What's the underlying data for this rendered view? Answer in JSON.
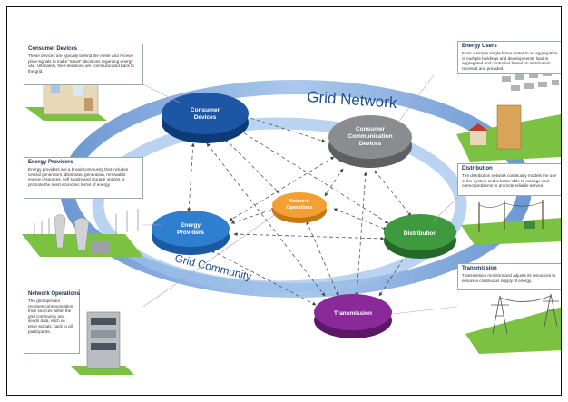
{
  "diagram": {
    "ring_labels": {
      "network": "Grid Network",
      "community": "Grid Community"
    },
    "nodes": {
      "consumer_devices": {
        "label": [
          "Consumer",
          "Devices"
        ],
        "color": "#1e56a6"
      },
      "consumer_comm": {
        "label": [
          "Consumer",
          "Communication",
          "Devices"
        ],
        "color": "#8a8c8f"
      },
      "network_ops": {
        "label": [
          "Network",
          "Operations"
        ],
        "color": "#f2a033"
      },
      "energy_providers": {
        "label": [
          "Energy",
          "Providers"
        ],
        "color": "#2f7fd0"
      },
      "distribution": {
        "label": [
          "Distribution"
        ],
        "color": "#3f9a3f"
      },
      "transmission": {
        "label": [
          "Transmission"
        ],
        "color": "#8a2a9a"
      }
    },
    "panels": {
      "consumer_devices": {
        "title": "Consumer Devices",
        "text": "These devices are typically behind the meter and receive price signals to make \"smart\" decisions regarding energy use. Ultimately, their decisions are communicated back to the grid."
      },
      "energy_providers": {
        "title": "Energy Providers",
        "text": "Energy providers are a broad community that includes central generators, distributed generation, renewable energy resources, self supply and storage options to promote the most economic forms of energy."
      },
      "network_operations": {
        "title": "Network Operations",
        "text": "The grid operator receives communication from sources within the grid community and sends data, such as price signals, back to all participants."
      },
      "energy_users": {
        "title": "Energy Users",
        "text": "From a simple single-home meter to an aggregation of multiple buildings and developments, load is aggregated and controlled based on information received and provided."
      },
      "distribution": {
        "title": "Distribution",
        "text": "The distribution network continually models the use of the system and is better able to manage and correct problems to promote reliable service."
      },
      "transmission": {
        "title": "Transmission",
        "text": "Transmission monitors and adjusts its resources to ensure a continuous supply of energy."
      }
    },
    "colors": {
      "ring": "#6f9fd8",
      "ring_dark": "#2d63b0",
      "grass": "#7cc242",
      "arrow": "#555555"
    }
  }
}
